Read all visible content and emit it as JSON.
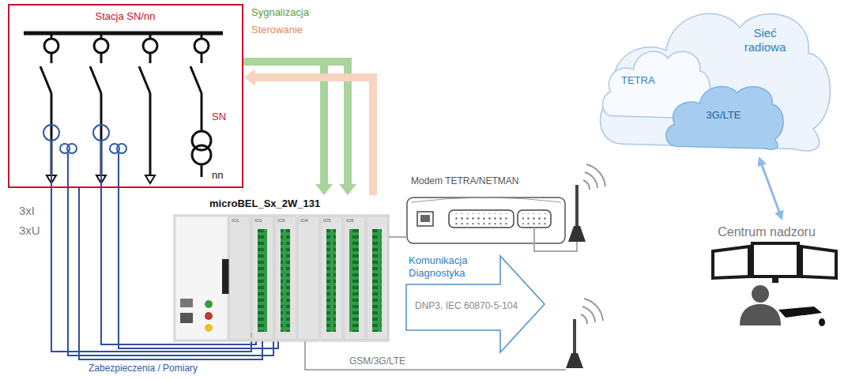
{
  "diagram": {
    "nodes": [
      {
        "text": [
          "Stacja SN/nn"
        ]
      },
      {
        "text": [
          "microBEL_Sx_2W_131"
        ]
      },
      {
        "text": [
          "Modem TETRA/NETMAN"
        ]
      },
      {
        "text": [
          "Komunikacja Diagnostyka",
          "DNP3, IEC 60870-5-104"
        ]
      },
      {
        "text": [
          "Sieć radiowa"
        ]
      },
      {
        "text": [
          "TETRA"
        ],
        "in": 4
      },
      {
        "text": [
          "3G/LTE"
        ],
        "in": 4
      },
      {
        "text": [
          "Centrum nadzoru"
        ]
      }
    ],
    "edges": [
      {
        "from": 0,
        "to": 1,
        "label": "Sygnalizacja",
        "arrow": "to"
      },
      {
        "from": 0,
        "to": 1,
        "arrow": "to"
      },
      {
        "from": 1,
        "to": 0,
        "label": "Sterowanie",
        "arrow": "to"
      },
      {
        "from": 0,
        "to": 1,
        "label": "Zabezpieczenia / Pomiary",
        "arrow": "none"
      },
      {
        "from": 1,
        "to": 2,
        "arrow": "none"
      },
      {
        "from": 4,
        "to": 7,
        "arrow": "both"
      }
    ],
    "labels": [
      "3xI",
      "3xU",
      "SN",
      "nn",
      "IO1",
      "IO2",
      "IO3",
      "IO4",
      "IO5",
      "IO6",
      "GSM/3G/LTE"
    ]
  }
}
